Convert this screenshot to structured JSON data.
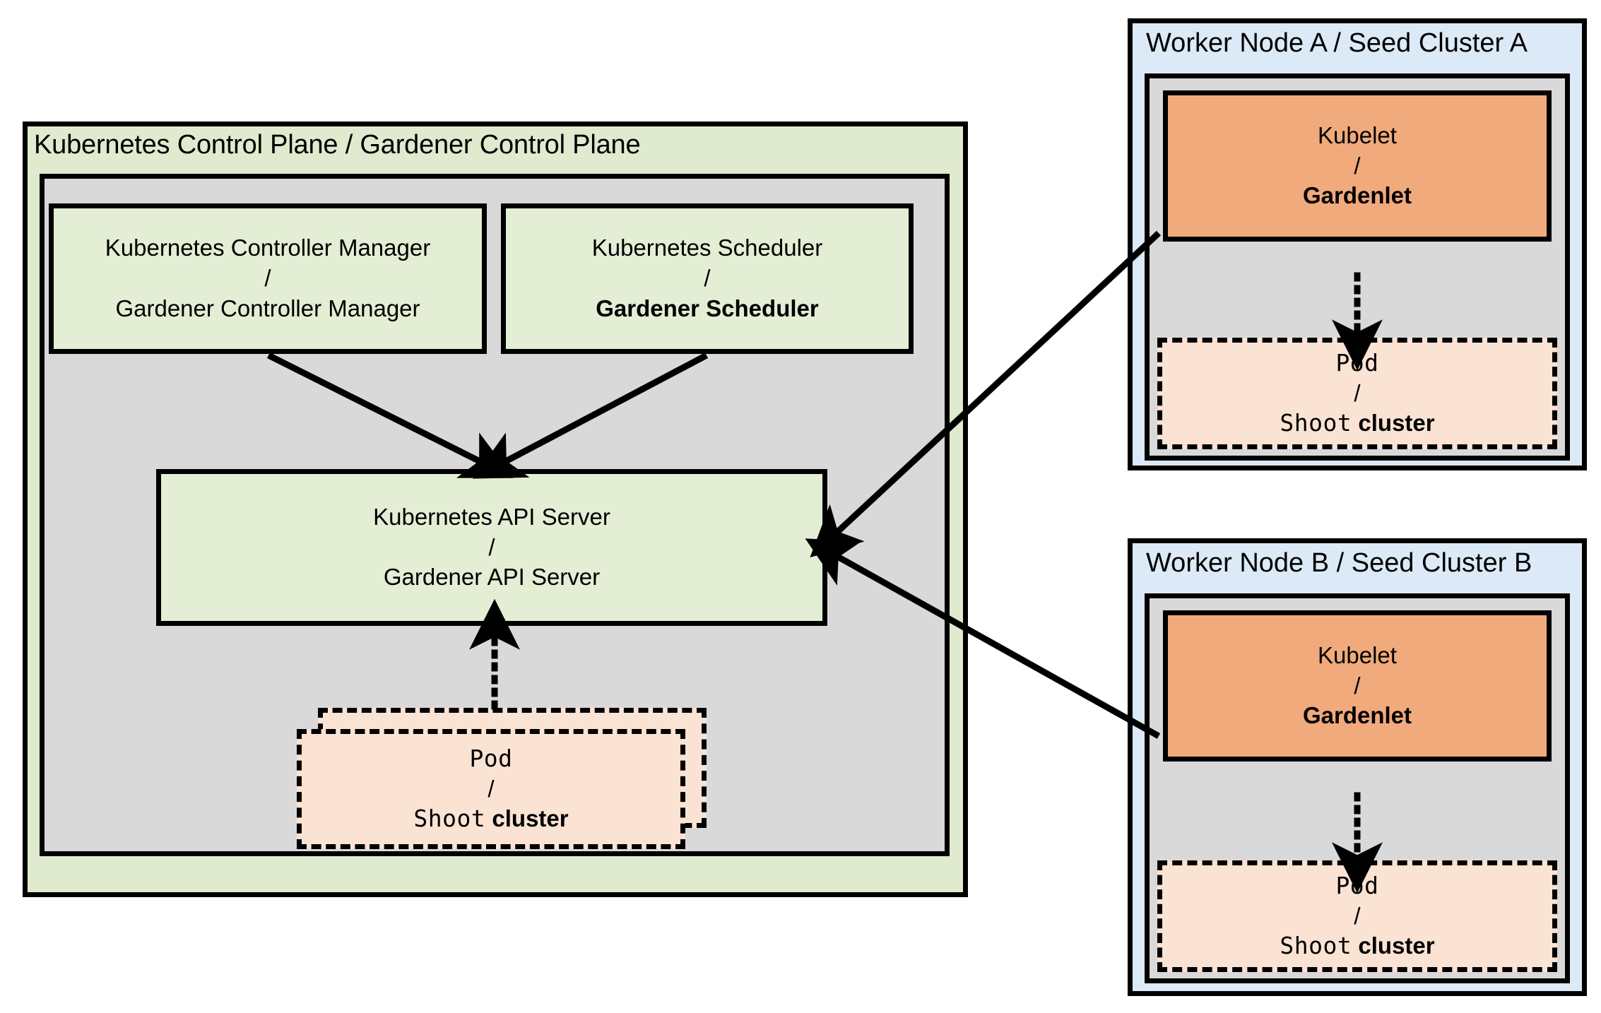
{
  "control_plane": {
    "title": "Kubernetes Control Plane / Gardener Control Plane",
    "colors": {
      "outer_bg": "#dfeace",
      "inner_bg": "#d9d9d9",
      "box_bg": "#e3eed5"
    },
    "boxes": [
      {
        "name": "controller-manager",
        "line1": "Kubernetes Controller Manager",
        "divider": "/",
        "line2": "Gardener Controller Manager",
        "line2_bold": false
      },
      {
        "name": "scheduler",
        "line1": "Kubernetes Scheduler",
        "divider": "/",
        "line2": "Gardener Scheduler",
        "line2_bold": true
      },
      {
        "name": "api-server",
        "line1": "Kubernetes API Server",
        "divider": "/",
        "line2": "Gardener API Server",
        "line2_bold": false
      }
    ],
    "pod": {
      "line1": "Pod",
      "divider": "/",
      "line2_mono": "Shoot",
      "line2_bold": "cluster"
    }
  },
  "worker_nodes": [
    {
      "id": "a",
      "title": "Worker Node A / Seed Cluster A",
      "kubelet": {
        "line1": "Kubelet",
        "divider": "/",
        "line2": "Gardenlet"
      },
      "pod": {
        "line1": "Pod",
        "divider": "/",
        "line2_mono": "Shoot",
        "line2_bold": "cluster"
      }
    },
    {
      "id": "b",
      "title": "Worker Node B / Seed Cluster B",
      "kubelet": {
        "line1": "Kubelet",
        "divider": "/",
        "line2": "Gardenlet"
      },
      "pod": {
        "line1": "Pod",
        "divider": "/",
        "line2_mono": "Shoot",
        "line2_bold": "cluster"
      }
    }
  ],
  "colors": {
    "green_panel": "#dfeace",
    "green_box": "#e3eed5",
    "grey_inner": "#d9d9d9",
    "blue_panel": "#dce9f7",
    "orange_box": "#f1aa7c",
    "peach_box": "#fbe3d3",
    "stroke": "#000000"
  },
  "connections": [
    {
      "name": "controller-manager-to-api-server",
      "style": "solid",
      "from": "controller-manager",
      "to": "api-server"
    },
    {
      "name": "scheduler-to-api-server",
      "style": "solid",
      "from": "scheduler",
      "to": "api-server"
    },
    {
      "name": "control-plane-pod-to-api-server",
      "style": "dotted",
      "from": "control-plane-pod",
      "to": "api-server"
    },
    {
      "name": "gardenlet-a-to-api-server",
      "style": "solid",
      "from": "worker-node-a-kubelet",
      "to": "api-server"
    },
    {
      "name": "gardenlet-b-to-api-server",
      "style": "solid",
      "from": "worker-node-b-kubelet",
      "to": "api-server"
    },
    {
      "name": "kubelet-a-to-pod-a",
      "style": "dotted",
      "from": "worker-node-a-kubelet",
      "to": "worker-node-a-pod"
    },
    {
      "name": "kubelet-b-to-pod-b",
      "style": "dotted",
      "from": "worker-node-b-kubelet",
      "to": "worker-node-b-pod"
    }
  ]
}
